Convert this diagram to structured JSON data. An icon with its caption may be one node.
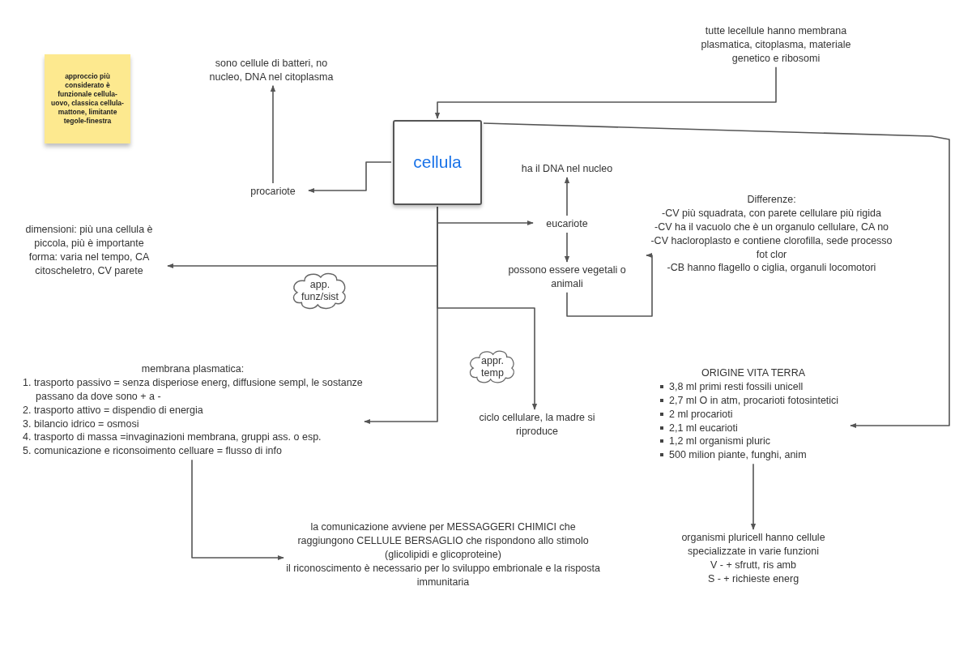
{
  "diagram": {
    "nodes": [
      {
        "text": [
          "approccio più considerato è funzionale cellula-uovo, classica cellula-mattone, limitante tegole-finestra"
        ]
      },
      {
        "text": [
          "tutte lecellule hanno membrana plasmatica, citoplasma, materiale genetico e ribosomi"
        ]
      },
      {
        "text": [
          "sono cellule di batteri, no nucleo, DNA nel citoplasma"
        ]
      },
      {
        "text": [
          "cellula"
        ]
      },
      {
        "text": [
          "procariote"
        ]
      },
      {
        "text": [
          "ha il DNA nel nucleo"
        ]
      },
      {
        "text": [
          "eucariote"
        ]
      },
      {
        "text": [
          "Differenze:",
          "-CV più squadrata, con parete cellulare più rigida",
          "-CV ha il vacuolo che è un organulo cellulare, CA no",
          "-CV hacloroplasto e contiene clorofilla, sede processo fot clor",
          "-CB hanno flagello o ciglia, organuli locomotori"
        ]
      },
      {
        "text": [
          "dimensioni: più una cellula è piccola, più è importante",
          "forma: varia nel tempo, CA citoscheletro, CV parete"
        ]
      },
      {
        "text": [
          "possono essere vegetali o animali"
        ]
      },
      {
        "text": [
          "app. funz/sist"
        ]
      },
      {
        "text": [
          "membrana plasmatica:",
          "1. trasporto passivo = senza disperiose energ, diffusione sempl, le sostanze passano da dove sono + a -",
          "2. trasporto attivo = dispendio di energia",
          "3. bilancio idrico = osmosi",
          "4. trasporto di massa =invaginazioni membrana, gruppi ass. o esp.",
          "5. comunicazione e riconsoimento celluare = flusso di info"
        ]
      },
      {
        "text": [
          "appr. temp"
        ]
      },
      {
        "text": [
          "ciclo cellulare, la madre si riproduce"
        ]
      },
      {
        "text": [
          "ORIGINE VITA TERRA",
          "3,8 ml primi resti fossili unicell",
          "2,7 ml O in atm, procarioti fotosintetici",
          "2 ml procarioti",
          "2,1 ml eucarioti",
          "1,2 ml organismi pluric",
          "500 milion piante, funghi, anim"
        ]
      },
      {
        "text": [
          "organismi pluricell hanno cellule specializzate in varie funzioni",
          "V - + sfrutt, ris amb",
          "S - + richieste energ"
        ]
      },
      {
        "text": [
          "la comunicazione avviene per MESSAGGERI CHIMICI che raggiungono CELLULE BERSAGLIO che rispondono allo stimolo (glicolipidi e glicoproteine)",
          "il riconoscimento è necessario per lo sviluppo embrionale e la risposta immunitaria"
        ]
      }
    ],
    "edges": [
      {
        "from": 1,
        "to": 3,
        "arrow": "to"
      },
      {
        "from": 3,
        "to": 4,
        "arrow": "to"
      },
      {
        "from": 4,
        "to": 2,
        "arrow": "to"
      },
      {
        "from": 3,
        "to": 6,
        "arrow": "to"
      },
      {
        "from": 6,
        "to": 5,
        "arrow": "to"
      },
      {
        "from": 6,
        "to": 9,
        "arrow": "to"
      },
      {
        "from": 9,
        "to": 7,
        "arrow": "to"
      },
      {
        "from": 3,
        "to": 8,
        "arrow": "to"
      },
      {
        "from": 3,
        "to": 11,
        "arrow": "to"
      },
      {
        "from": 3,
        "to": 13,
        "arrow": "to"
      },
      {
        "from": 3,
        "to": 14,
        "arrow": "to"
      },
      {
        "from": 14,
        "to": 15,
        "arrow": "to"
      },
      {
        "from": 11,
        "to": 16,
        "arrow": "to"
      }
    ]
  }
}
